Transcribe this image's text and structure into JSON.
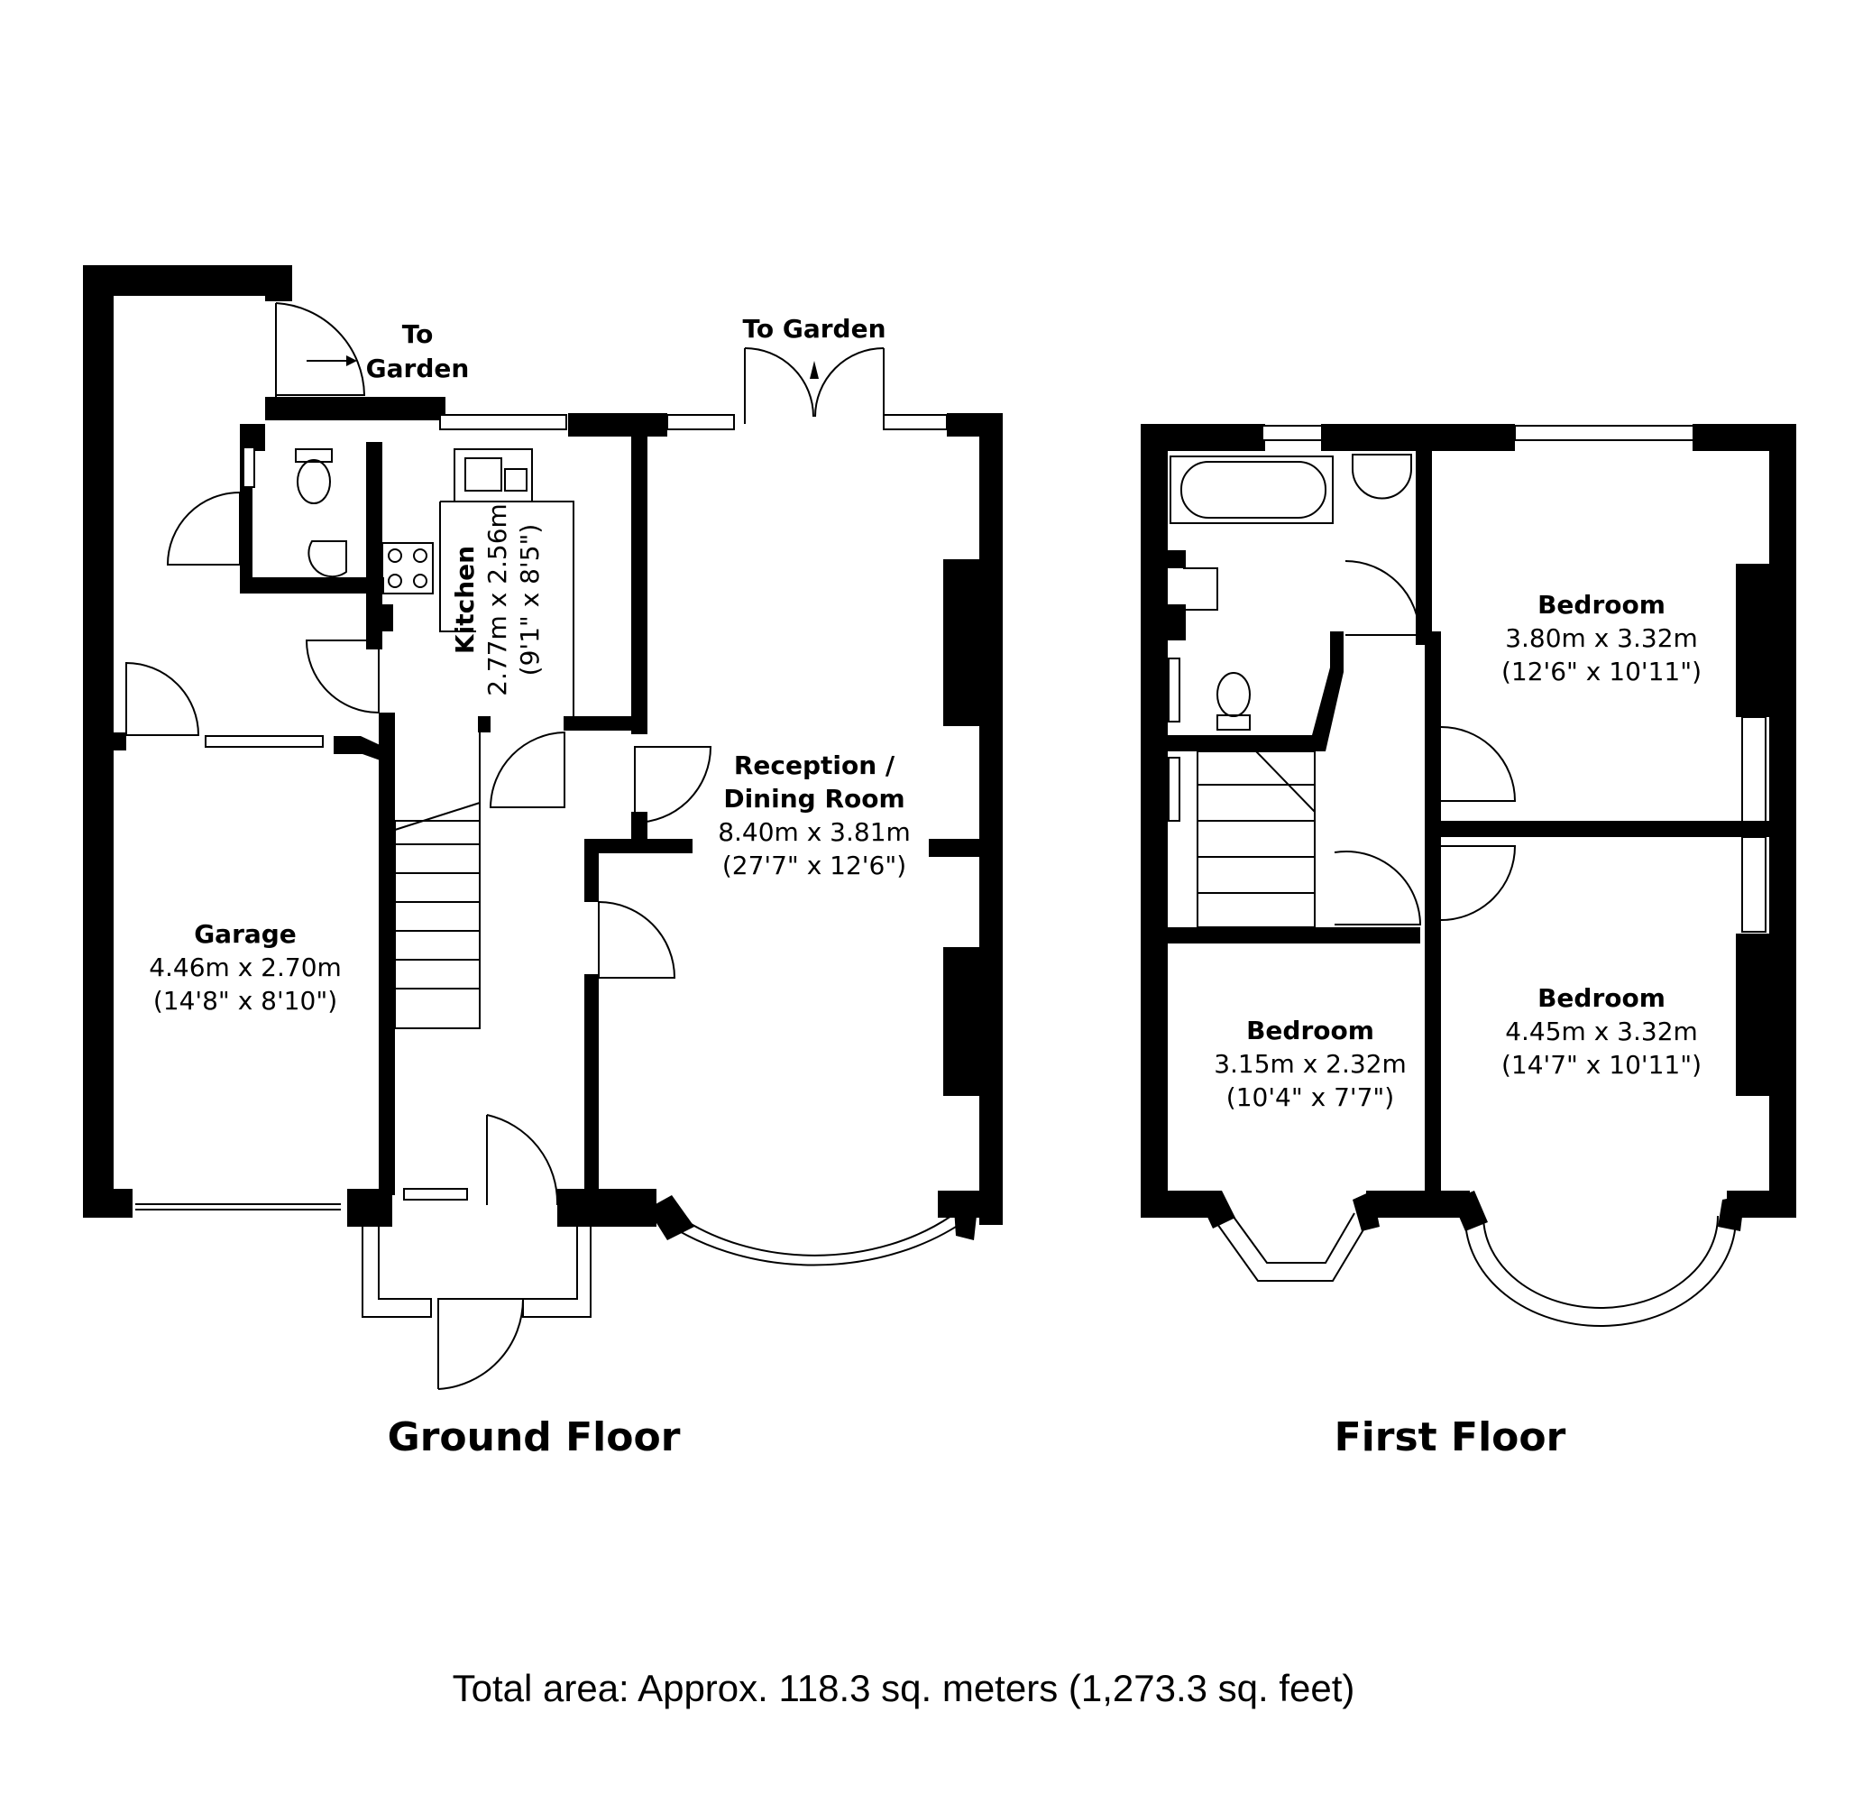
{
  "ground_floor": {
    "title": "Ground Floor",
    "rooms": {
      "garage": {
        "name": "Garage",
        "metric": "4.46m x 2.70m",
        "imperial": "(14'8\" x 8'10\")"
      },
      "kitchen": {
        "name": "Kitchen",
        "metric": "2.77m x 2.56m",
        "imperial": "(9'1\" x 8'5\")"
      },
      "reception": {
        "name_line1": "Reception /",
        "name_line2": "Dining Room",
        "metric": "8.40m x 3.81m",
        "imperial": "(27'7\" x 12'6\")"
      }
    },
    "garden_left_line1": "To",
    "garden_left_line2": "Garden",
    "garden_right": "To Garden"
  },
  "first_floor": {
    "title": "First Floor",
    "rooms": {
      "bedroom_top_right": {
        "name": "Bedroom",
        "metric": "3.80m x 3.32m",
        "imperial": "(12'6\" x 10'11\")"
      },
      "bedroom_bottom_left": {
        "name": "Bedroom",
        "metric": "3.15m x 2.32m",
        "imperial": "(10'4\" x 7'7\")"
      },
      "bedroom_bottom_right": {
        "name": "Bedroom",
        "metric": "4.45m x 3.32m",
        "imperial": "(14'7\" x 10'11\")"
      }
    }
  },
  "total_area": "Total area: Approx. 118.3 sq. meters (1,273.3 sq. feet)"
}
